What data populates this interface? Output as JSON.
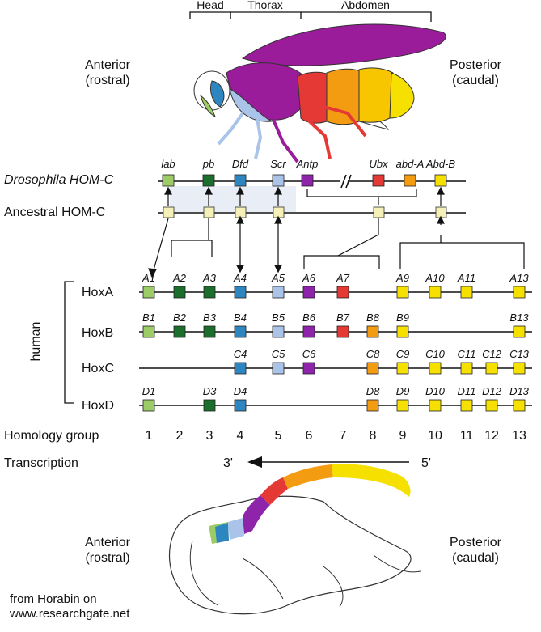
{
  "top": {
    "segments": [
      "Head",
      "Thorax",
      "Abdomen"
    ],
    "anterior": [
      "Anterior",
      "(rostral)"
    ],
    "posterior": [
      "Posterior",
      "(caudal)"
    ]
  },
  "bottom": {
    "anterior": [
      "Anterior",
      "(rostral)"
    ],
    "posterior": [
      "Posterior",
      "(caudal)"
    ]
  },
  "rows": {
    "drosophila": "Drosophila HOM-C",
    "ancestral": "Ancestral HOM-C",
    "human": "human",
    "clusters": [
      "HoxA",
      "HoxB",
      "HoxC",
      "HoxD"
    ]
  },
  "drosophila_genes": [
    "lab",
    "pb",
    "Dfd",
    "Scr",
    "Antp",
    "Ubx",
    "abd-A",
    "Abd-B"
  ],
  "homology": {
    "label": "Homology group",
    "groups": [
      "1",
      "2",
      "3",
      "4",
      "5",
      "6",
      "7",
      "8",
      "9",
      "10",
      "11",
      "12",
      "13"
    ]
  },
  "transcription": {
    "label": "Transcription",
    "from": "3'",
    "to": "5'"
  },
  "colors": {
    "g1": "#9ccc65",
    "g23": "#1b6e2c",
    "g4": "#2e86c1",
    "g5": "#a9c4e8",
    "g6": "#8e24aa",
    "g7": "#e53935",
    "g8": "#f39c12",
    "g9": "#f5e000",
    "ancestral": "#f5f0b8"
  },
  "hox": {
    "HoxA": [
      "A1",
      "A2",
      "A3",
      "A4",
      "A5",
      "A6",
      "A7",
      "A9",
      "A10",
      "A11",
      "A13"
    ],
    "HoxB": [
      "B1",
      "B2",
      "B3",
      "B4",
      "B5",
      "B6",
      "B7",
      "B8",
      "B9",
      "B13"
    ],
    "HoxC": [
      "C4",
      "C5",
      "C6",
      "C8",
      "C9",
      "C10",
      "C11",
      "C12",
      "C13"
    ],
    "HoxD": [
      "D1",
      "D3",
      "D4",
      "D8",
      "D9",
      "D10",
      "D11",
      "D12",
      "D13"
    ]
  },
  "credit": [
    "from Horabin on",
    "www.researchgate.net"
  ]
}
